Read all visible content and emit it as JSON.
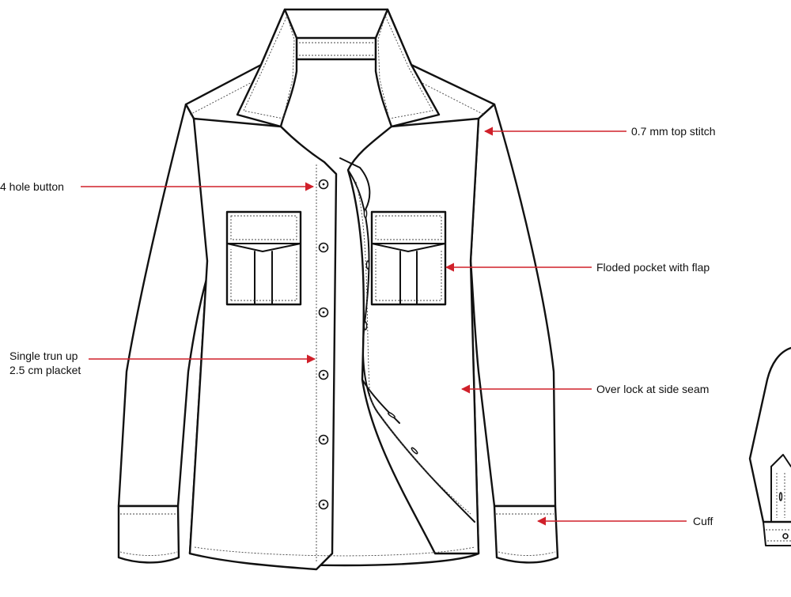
{
  "callouts": {
    "top_stitch": "0.7 mm top stitch",
    "button": "4 hole button",
    "pocket": "Floded pocket with flap",
    "placket_line1": "Single trun up",
    "placket_line2": "2.5 cm placket",
    "side_seam": "Over lock at side seam",
    "cuff": "Cuff"
  },
  "colors": {
    "leader_arrow": "#d0202a",
    "outline": "#111111",
    "background": "#ffffff"
  },
  "icons": {
    "arrow": "arrow-left-head"
  }
}
